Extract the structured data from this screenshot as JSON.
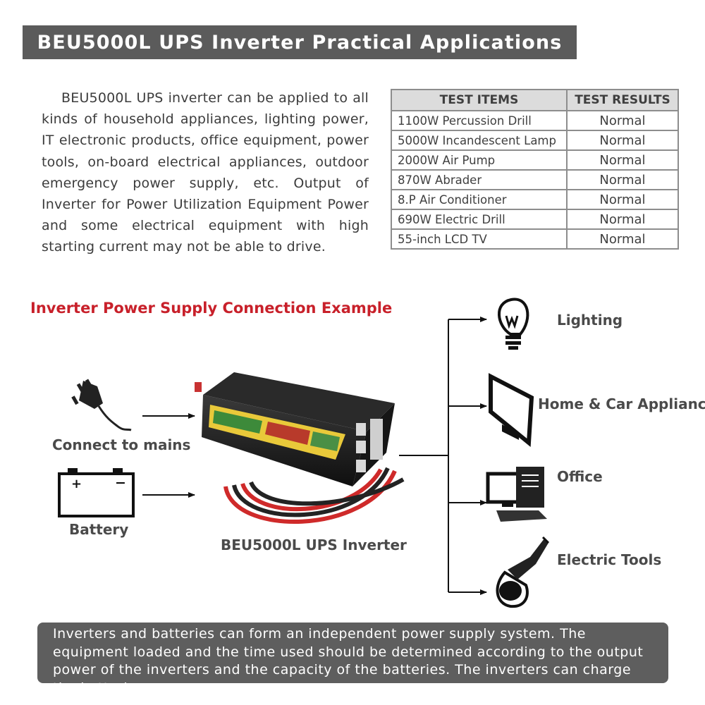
{
  "title": "BEU5000L UPS Inverter Practical Applications",
  "intro": "BEU5000L UPS inverter can be applied to all kinds of household appliances, lighting power, IT electronic products, office equipment, power tools, on-board electrical appliances, outdoor emergency power supply, etc. Output of Inverter for Power Utilization Equipment Power and some electrical equipment with high starting current may not be able to drive.",
  "table": {
    "headers": [
      "TEST ITEMS",
      "TEST RESULTS"
    ],
    "rows": [
      {
        "item": "1100W Percussion Drill",
        "result": "Normal"
      },
      {
        "item": "5000W Incandescent Lamp",
        "result": "Normal"
      },
      {
        "item": "2000W Air Pump",
        "result": "Normal"
      },
      {
        "item": "870W Abrader",
        "result": "Normal"
      },
      {
        "item": "8.P Air Conditioner",
        "result": "Normal"
      },
      {
        "item": "690W Electric Drill",
        "result": "Normal"
      },
      {
        "item": "55-inch LCD TV",
        "result": "Normal"
      }
    ]
  },
  "section_heading": "Inverter Power Supply Connection Example",
  "inputs": {
    "mains_label": "Connect to mains",
    "battery_label": "Battery",
    "battery_plus": "+",
    "battery_minus": "−"
  },
  "inverter_label": "BEU5000L UPS Inverter",
  "outputs": {
    "lighting": "Lighting",
    "home_car": "Home & Car Appliances",
    "office": "Office",
    "tools": "Electric Tools"
  },
  "bottom_note": "Inverters and batteries can form an independent power supply system. The equipment loaded and the time used should be determined according to the output power of the inverters and the capacity of the batteries. The inverters can charge the batteries.",
  "colors": {
    "banner": "#5b5b5b",
    "heading_red": "#c8202a",
    "table_header": "#dcdcdc",
    "inverter_body": "#1e1e1e",
    "cable_red": "#d42a2a"
  },
  "icons": [
    "plug-icon",
    "battery-icon",
    "bulb-icon",
    "monitor-icon",
    "computer-icon",
    "angle-grinder-icon"
  ]
}
